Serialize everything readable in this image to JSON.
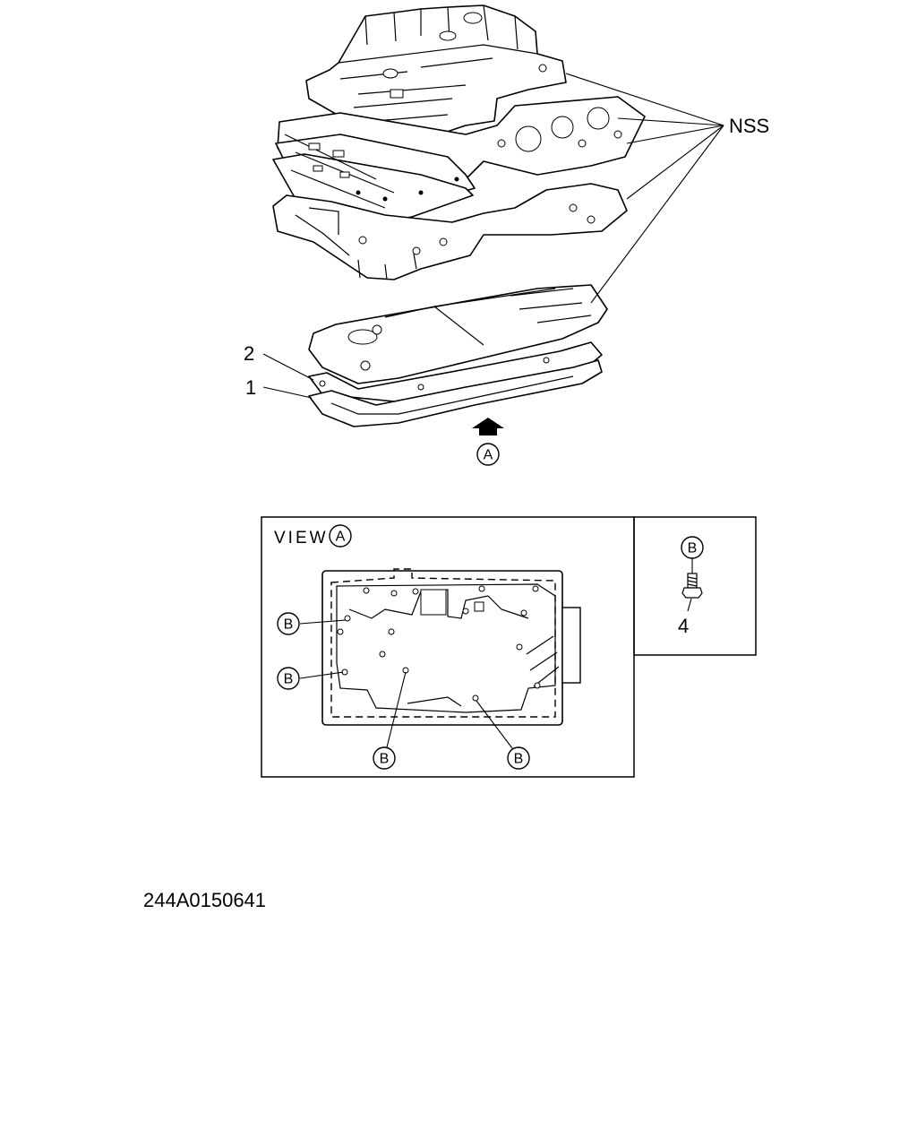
{
  "callouts": {
    "nss": "NSS",
    "part_1": "1",
    "part_2": "2",
    "part_4": "4",
    "marker_a": "A",
    "marker_b": "B"
  },
  "view_label": "VIEW",
  "drawing_number": "244A0150641"
}
